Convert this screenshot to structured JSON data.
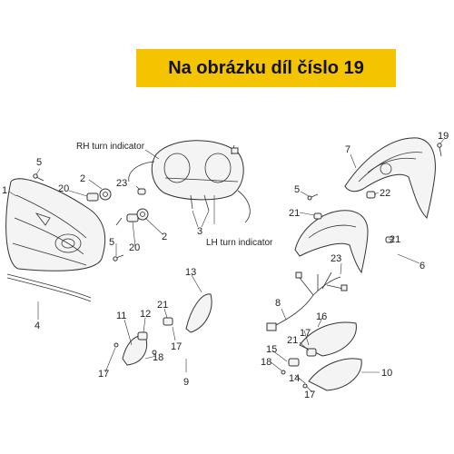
{
  "banner": {
    "text": "Na obrázku díl číslo 19",
    "color": "#f5c400"
  },
  "notes": {
    "rh_turn": "RH turn indicator",
    "lh_turn": "LH turn indicator"
  },
  "labels": {
    "n1": "1",
    "n2a": "2",
    "n2b": "2",
    "n3": "3",
    "n4": "4",
    "n5a": "5",
    "n5b": "5",
    "n5c": "5",
    "n6": "6",
    "n7": "7",
    "n8": "8",
    "n9": "9",
    "n10": "10",
    "n11": "11",
    "n12": "12",
    "n13": "13",
    "n14": "14",
    "n15": "15",
    "n16": "16",
    "n17a": "17",
    "n17b": "17",
    "n17c": "17",
    "n17d": "17",
    "n18a": "18",
    "n18b": "18",
    "n19": "19",
    "n20a": "20",
    "n20b": "20",
    "n21a": "21",
    "n21b": "21",
    "n21c": "21",
    "n21d": "21",
    "n22": "22",
    "n23a": "23",
    "n23b": "23"
  }
}
